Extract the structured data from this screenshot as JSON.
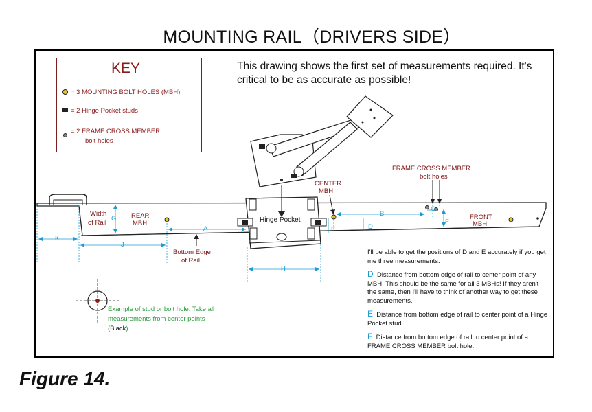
{
  "title": "MOUNTING RAIL（DRIVERS SIDE）",
  "intro": "This drawing shows the first set of measurements required.  It's critical to be as accurate as possible!",
  "key": {
    "title": "KEY",
    "item1": "= 3 MOUNTING BOLT HOLES (MBH)",
    "item2": "= 2 Hinge Pocket studs",
    "item3_line1": "= 2 FRAME CROSS MEMBER",
    "item3_line2": "bolt holes"
  },
  "labels": {
    "width_line1": "Width",
    "width_line2": "of Rail",
    "g": "G",
    "rear_line1": "REAR",
    "rear_line2": "MBH",
    "a": "A",
    "k": "K",
    "j": "J",
    "bottom_line1": "Bottom Edge",
    "bottom_line2": "of Rail",
    "hinge_pocket": "Hinge Pocket",
    "h": "H",
    "center_line1": "CENTER",
    "center_line2": "MBH",
    "e": "E",
    "d": "D",
    "b": "B",
    "c": "C",
    "f": "F",
    "frame_cross_line1": "FRAME CROSS MEMBER",
    "frame_cross_line2": "bolt holes",
    "front_line1": "FRONT",
    "front_line2": "MBH"
  },
  "notes": {
    "intro": "I'll be able to get the positions of D and E accurately if you get me three measurements.",
    "d_letter": "D",
    "d_text": "Distance from bottom edge of rail to center point of any MBH.  This should be the same for all 3 MBHs!  If they aren't the same, then I'll have to think of another way to get these measurements.",
    "e_letter": "E",
    "e_text": "Distance from bottom edge of rail to center point of a Hinge Pocket stud.",
    "f_letter": "F",
    "f_text": "Distance from bottom edge of rail to center point of a FRAME CROSS MEMBER bolt hole."
  },
  "example": {
    "text": "Example of stud or bolt hole. Take all measurements from center points (",
    "black": "Black",
    "close": ")."
  },
  "caption": "Figure 14.",
  "colors": {
    "label_red": "#7a1010",
    "cyan": "#1e9bd0",
    "green": "#2b9a3d",
    "hole_yellow": "#e8c23a"
  }
}
